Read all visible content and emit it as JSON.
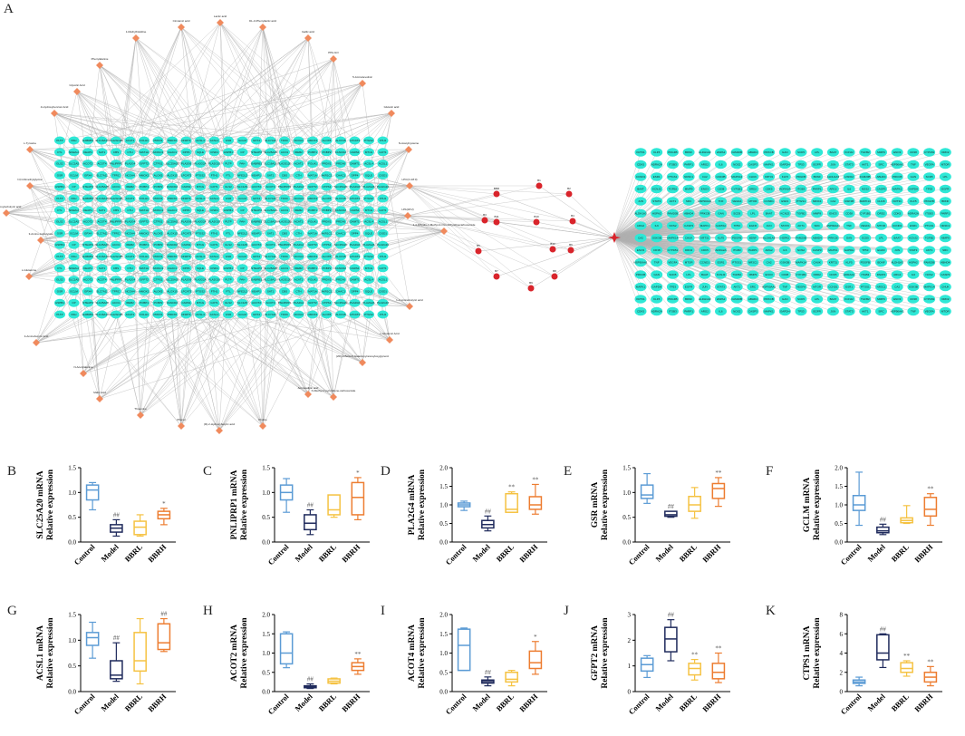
{
  "figure": {
    "panel_letters": [
      "A",
      "B",
      "C",
      "D",
      "E",
      "F",
      "G",
      "H",
      "I",
      "J",
      "K"
    ]
  },
  "colors": {
    "control": "#5b9bd5",
    "model": "#1f2a5c",
    "bbrl": "#f5c242",
    "bbrh": "#ed7d31",
    "compound_node": "#f08a5d",
    "target_node": "#2ee8d6",
    "edge": "#b0b0b0",
    "herb_node": "#d9242b",
    "small_node": "#e84a5f"
  },
  "network": {
    "compounds": [
      "Cinnamic acid",
      "Lactic acid",
      "DL-3-Phenyllactic acid",
      "1-Methylhistidine",
      "Gallic acid",
      "Phenylalanine",
      "PPA-GO",
      "Glycolic Acid",
      "4-Hydroxybenzoic Acid",
      "5-Aminolevulinic",
      "Glutaric acid",
      "L-Tyrosine",
      "N-Acetylcysteine",
      "N,N-Dimethylglycine",
      "a-Hydroxyisobutyric acid",
      "3-Amino-isobutyrate",
      "L-Glutamine",
      "LPC(O-18:0)",
      "1,4-Dihydro-1-Methyl-4-Oxo-3-Pyridinecarboxamide",
      "LPA(18:2)",
      "L-2-Aminobutyric acid",
      "4-Aminobutyric Acid",
      "L-Glutamic Acid",
      "N-Acetylalanine",
      "Malic Acid",
      "Threonine",
      "Phenol",
      "(R)-2-Hydroxybutyric acid",
      "Proline",
      "Aminoadipic acid",
      "N-Methyl-2-pyrrolidone-carboxamide",
      "(2R)-3-Beta-D-Galactopyranosyloxyglycerol"
    ],
    "left_targets": [
      "PLTP",
      "PAH",
      "GABRB1",
      "SLC16A10",
      "PLA2G12B",
      "ACAT1",
      "FOLH1",
      "PRDX1",
      "PRDX6",
      "DNMT1",
      "ACSL4",
      "ACSL1",
      "GSR",
      "GCLM",
      "GPX4",
      "SLC7A11",
      "TFRC",
      "NCOA4",
      "HMOX1",
      "ALOX5",
      "ALOX15",
      "LPCAT3",
      "PTGS2",
      "FTH1",
      "FTL",
      "NFE2L2",
      "KEAP1",
      "SAT1",
      "CBS",
      "CTH",
      "MAT1A",
      "AKR1C1",
      "CHAC1",
      "DPP4",
      "SQLE",
      "CISD1",
      "HSPB1",
      "CP",
      "STEAP3",
      "SLC25A28",
      "ACO1",
      "IREB2",
      "PCBP1",
      "PCBP2",
      "FANCD2",
      "CARS1",
      "MT1G",
      "GOT1",
      "GLS2",
      "SLC1A5",
      "ACOT2",
      "ACOT4",
      "PNLIPRP1",
      "PLA2G4",
      "GFPT2",
      "CTPS1",
      "SLC25A20",
      "PLA2G6",
      "PLA2G2A",
      "PLA2G10"
    ],
    "right_targets": [
      "KRT31",
      "KLF5",
      "PDGFB",
      "BDNF",
      "ALDH1A3",
      "HSPA2",
      "FAM20B",
      "ABHD4",
      "PRKCB",
      "GAN",
      "SCD5",
      "LPL",
      "BAAT",
      "KCNJ2",
      "TGFB2",
      "MMP9",
      "ENO3",
      "CD38",
      "CYP1B1",
      "DRD2",
      "CDK5",
      "ADRA2A",
      "ITGB3",
      "PARP1",
      "ARG2",
      "IL6",
      "NOS2",
      "CASP3",
      "MAPK1",
      "GAPDH",
      "TP53",
      "EGFR",
      "JUN",
      "STAT3",
      "AKT1",
      "SRC",
      "HSP90AA1",
      "TNF",
      "VEGFA",
      "MTOR",
      "CCND1",
      "ESR1",
      "PTGS1",
      "NR3C1",
      "CA2",
      "GSK3B",
      "MAPK14",
      "CHUK"
    ],
    "herbs": [
      "BBR",
      "B1",
      "B2",
      "B3",
      "B4",
      "B5",
      "B6",
      "B7",
      "B8",
      "B9",
      "B10",
      "B11",
      "B12"
    ]
  },
  "chart_data": [
    {
      "type": "boxplot",
      "panel": "B",
      "ylabel": "SLC25A20 mRNA",
      "ylabel2": "Relative expression",
      "categories": [
        "Control",
        "Model",
        "BBRL",
        "BBRH"
      ],
      "ylim": [
        0,
        1.5
      ],
      "yticks": [
        "0.0",
        "0.5",
        "1.0",
        "1.5"
      ],
      "yticks_values": [
        0,
        0.5,
        1.0,
        1.5
      ],
      "boxes": [
        {
          "min": 0.65,
          "q1": 0.85,
          "median": 1.05,
          "q3": 1.15,
          "max": 1.2
        },
        {
          "min": 0.12,
          "q1": 0.2,
          "median": 0.28,
          "q3": 0.35,
          "max": 0.45
        },
        {
          "min": 0.12,
          "q1": 0.15,
          "median": 0.3,
          "q3": 0.42,
          "max": 0.55
        },
        {
          "min": 0.35,
          "q1": 0.47,
          "median": 0.55,
          "q3": 0.62,
          "max": 0.68
        }
      ],
      "significance": [
        "",
        "##",
        "",
        "*"
      ]
    },
    {
      "type": "boxplot",
      "panel": "C",
      "ylabel": "PNLIPRP1 mRNA",
      "ylabel2": "Relative expression",
      "categories": [
        "Control",
        "Model",
        "BBRL",
        "BBRH"
      ],
      "ylim": [
        0,
        1.5
      ],
      "yticks": [
        "0.0",
        "0.5",
        "1.0",
        "1.5"
      ],
      "yticks_values": [
        0,
        0.5,
        1.0,
        1.5
      ],
      "boxes": [
        {
          "min": 0.6,
          "q1": 0.85,
          "median": 1.0,
          "q3": 1.15,
          "max": 1.28
        },
        {
          "min": 0.15,
          "q1": 0.25,
          "median": 0.38,
          "q3": 0.55,
          "max": 0.65
        },
        {
          "min": 0.5,
          "q1": 0.55,
          "median": 0.65,
          "q3": 0.95,
          "max": 0.95
        },
        {
          "min": 0.45,
          "q1": 0.55,
          "median": 0.9,
          "q3": 1.2,
          "max": 1.3
        }
      ],
      "significance": [
        "",
        "##",
        "",
        "*"
      ]
    },
    {
      "type": "boxplot",
      "panel": "D",
      "ylabel": "PLA2G4 mRNA",
      "ylabel2": "Relative expression",
      "categories": [
        "Control",
        "Model",
        "BBRL",
        "BBRH"
      ],
      "ylim": [
        0,
        2.0
      ],
      "yticks": [
        "0.0",
        "0.5",
        "1.0",
        "1.5",
        "2.0"
      ],
      "yticks_values": [
        0,
        0.5,
        1.0,
        1.5,
        2.0
      ],
      "boxes": [
        {
          "min": 0.85,
          "q1": 0.95,
          "median": 1.0,
          "q3": 1.05,
          "max": 1.1
        },
        {
          "min": 0.3,
          "q1": 0.38,
          "median": 0.47,
          "q3": 0.58,
          "max": 0.7
        },
        {
          "min": 0.8,
          "q1": 0.8,
          "median": 0.88,
          "q3": 1.3,
          "max": 1.35
        },
        {
          "min": 0.75,
          "q1": 0.88,
          "median": 1.0,
          "q3": 1.22,
          "max": 1.55
        }
      ],
      "significance": [
        "",
        "##",
        "**",
        "**"
      ]
    },
    {
      "type": "boxplot",
      "panel": "E",
      "ylabel": "GSR mRNA",
      "ylabel2": "Relative expression",
      "categories": [
        "Control",
        "Model",
        "BBRL",
        "BBRH"
      ],
      "ylim": [
        0,
        1.5
      ],
      "yticks": [
        "0.0",
        "0.5",
        "1.0",
        "1.5"
      ],
      "yticks_values": [
        0,
        0.5,
        1.0,
        1.5
      ],
      "boxes": [
        {
          "min": 0.78,
          "q1": 0.88,
          "median": 0.95,
          "q3": 1.15,
          "max": 1.38
        },
        {
          "min": 0.5,
          "q1": 0.52,
          "median": 0.55,
          "q3": 0.62,
          "max": 0.62
        },
        {
          "min": 0.48,
          "q1": 0.62,
          "median": 0.75,
          "q3": 0.92,
          "max": 1.1
        },
        {
          "min": 0.72,
          "q1": 0.88,
          "median": 1.08,
          "q3": 1.18,
          "max": 1.3
        }
      ],
      "significance": [
        "",
        "##",
        "",
        "**"
      ]
    },
    {
      "type": "boxplot",
      "panel": "F",
      "ylabel": "GCLM mRNA",
      "ylabel2": "Relative expression",
      "categories": [
        "Control",
        "Model",
        "BBRL",
        "BBRH"
      ],
      "ylim": [
        0,
        2.0
      ],
      "yticks": [
        "0.0",
        "0.5",
        "1.0",
        "1.5",
        "2.0"
      ],
      "yticks_values": [
        0,
        0.5,
        1.0,
        1.5,
        2.0
      ],
      "boxes": [
        {
          "min": 0.45,
          "q1": 0.85,
          "median": 1.0,
          "q3": 1.25,
          "max": 1.88
        },
        {
          "min": 0.2,
          "q1": 0.25,
          "median": 0.3,
          "q3": 0.4,
          "max": 0.48
        },
        {
          "min": 0.5,
          "q1": 0.52,
          "median": 0.58,
          "q3": 0.65,
          "max": 0.98
        },
        {
          "min": 0.45,
          "q1": 0.7,
          "median": 0.88,
          "q3": 1.2,
          "max": 1.3
        }
      ],
      "significance": [
        "",
        "##",
        "",
        "**"
      ]
    },
    {
      "type": "boxplot",
      "panel": "G",
      "ylabel": "ACSL1 mRNA",
      "ylabel2": "Relative expression",
      "categories": [
        "Control",
        "Model",
        "BBRL",
        "BBRH"
      ],
      "ylim": [
        0,
        1.5
      ],
      "yticks": [
        "0.0",
        "0.5",
        "1.0",
        "1.5"
      ],
      "yticks_values": [
        0,
        0.5,
        1.0,
        1.5
      ],
      "boxes": [
        {
          "min": 0.65,
          "q1": 0.9,
          "median": 1.05,
          "q3": 1.15,
          "max": 1.35
        },
        {
          "min": 0.2,
          "q1": 0.25,
          "median": 0.32,
          "q3": 0.6,
          "max": 0.95
        },
        {
          "min": 0.15,
          "q1": 0.4,
          "median": 0.6,
          "q3": 1.15,
          "max": 1.42
        },
        {
          "min": 0.78,
          "q1": 0.82,
          "median": 0.95,
          "q3": 1.32,
          "max": 1.42
        }
      ],
      "significance": [
        "",
        "##",
        "",
        "##"
      ]
    },
    {
      "type": "boxplot",
      "panel": "H",
      "ylabel": "ACOT2 mRNA",
      "ylabel2": "Relative expression",
      "categories": [
        "Control",
        "Model",
        "BBRL",
        "BBRH"
      ],
      "ylim": [
        0,
        2.0
      ],
      "yticks": [
        "0.0",
        "0.5",
        "1.0",
        "1.5",
        "2.0"
      ],
      "yticks_values": [
        0,
        0.5,
        1.0,
        1.5,
        2.0
      ],
      "boxes": [
        {
          "min": 0.62,
          "q1": 0.72,
          "median": 1.0,
          "q3": 1.5,
          "max": 1.55
        },
        {
          "min": 0.08,
          "q1": 0.1,
          "median": 0.13,
          "q3": 0.15,
          "max": 0.2
        },
        {
          "min": 0.2,
          "q1": 0.22,
          "median": 0.27,
          "q3": 0.33,
          "max": 0.35
        },
        {
          "min": 0.45,
          "q1": 0.55,
          "median": 0.65,
          "q3": 0.75,
          "max": 0.85
        }
      ],
      "significance": [
        "",
        "##",
        "",
        "**"
      ]
    },
    {
      "type": "boxplot",
      "panel": "I",
      "ylabel": "ACOT4 mRNA",
      "ylabel2": "Relative expression",
      "categories": [
        "Control",
        "Model",
        "BBRL",
        "BBRH"
      ],
      "ylim": [
        0,
        2.0
      ],
      "yticks": [
        "0.0",
        "0.5",
        "1.0",
        "1.5",
        "2.0"
      ],
      "yticks_values": [
        0,
        0.5,
        1.0,
        1.5,
        2.0
      ],
      "boxes": [
        {
          "min": 0.55,
          "q1": 0.55,
          "median": 1.2,
          "q3": 1.62,
          "max": 1.65
        },
        {
          "min": 0.15,
          "q1": 0.22,
          "median": 0.26,
          "q3": 0.3,
          "max": 0.38
        },
        {
          "min": 0.15,
          "q1": 0.25,
          "median": 0.32,
          "q3": 0.5,
          "max": 0.55
        },
        {
          "min": 0.45,
          "q1": 0.6,
          "median": 0.75,
          "q3": 1.05,
          "max": 1.3
        }
      ],
      "significance": [
        "",
        "##",
        "",
        "*"
      ]
    },
    {
      "type": "boxplot",
      "panel": "J",
      "ylabel": "GFPT2 mRNA",
      "ylabel2": "Relative expression",
      "categories": [
        "Control",
        "Model",
        "BBRL",
        "BBRH"
      ],
      "ylim": [
        0,
        3
      ],
      "yticks": [
        "0",
        "1",
        "2",
        "3"
      ],
      "yticks_values": [
        0,
        1,
        2,
        3
      ],
      "boxes": [
        {
          "min": 0.55,
          "q1": 0.8,
          "median": 1.05,
          "q3": 1.3,
          "max": 1.4
        },
        {
          "min": 1.2,
          "q1": 1.55,
          "median": 2.05,
          "q3": 2.5,
          "max": 2.8
        },
        {
          "min": 0.45,
          "q1": 0.65,
          "median": 0.9,
          "q3": 1.1,
          "max": 1.25
        },
        {
          "min": 0.35,
          "q1": 0.5,
          "median": 0.75,
          "q3": 1.1,
          "max": 1.5
        }
      ],
      "significance": [
        "",
        "##",
        "**",
        "**"
      ]
    },
    {
      "type": "boxplot",
      "panel": "K",
      "ylabel": "CTPS1 mRNA",
      "ylabel2": "Relative expression",
      "categories": [
        "Control",
        "Model",
        "BBRL",
        "BBRH"
      ],
      "ylim": [
        0,
        8
      ],
      "yticks": [
        "0",
        "2",
        "4",
        "6",
        "8"
      ],
      "yticks_values": [
        0,
        2,
        4,
        6,
        8
      ],
      "boxes": [
        {
          "min": 0.6,
          "q1": 0.85,
          "median": 1.0,
          "q3": 1.2,
          "max": 1.5
        },
        {
          "min": 2.5,
          "q1": 3.3,
          "median": 4.0,
          "q3": 5.9,
          "max": 6.0
        },
        {
          "min": 1.6,
          "q1": 2.0,
          "median": 2.4,
          "q3": 3.0,
          "max": 3.2
        },
        {
          "min": 0.6,
          "q1": 1.0,
          "median": 1.5,
          "q3": 2.0,
          "max": 2.6
        }
      ],
      "significance": [
        "",
        "##",
        "**",
        "**"
      ]
    }
  ]
}
